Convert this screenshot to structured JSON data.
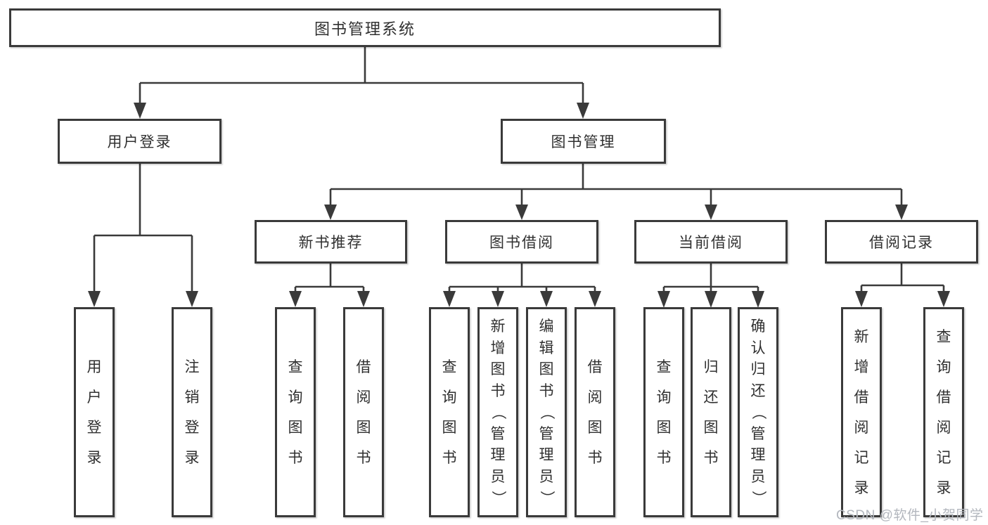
{
  "diagram": {
    "root": {
      "label": "图书管理系统"
    },
    "branches": [
      {
        "label": "用户登录",
        "children": [
          {
            "label": "用户登录"
          },
          {
            "label": "注销登录"
          }
        ]
      },
      {
        "label": "图书管理",
        "children": [
          {
            "label": "新书推荐",
            "children": [
              {
                "label": "查询图书"
              },
              {
                "label": "借阅图书"
              }
            ]
          },
          {
            "label": "图书借阅",
            "children": [
              {
                "label": "查询图书"
              },
              {
                "label": "新增图书（管理员）"
              },
              {
                "label": "编辑图书（管理员）"
              },
              {
                "label": "借阅图书"
              }
            ]
          },
          {
            "label": "当前借阅",
            "children": [
              {
                "label": "查询图书"
              },
              {
                "label": "归还图书"
              },
              {
                "label": "确认归还（管理员）"
              }
            ]
          },
          {
            "label": "借阅记录",
            "children": [
              {
                "label": "新增借阅记录"
              },
              {
                "label": "查询借阅记录"
              }
            ]
          }
        ]
      }
    ]
  },
  "watermark": {
    "text": "CSDN @软件_小贺同学"
  },
  "colors": {
    "line": "#3a3a3a",
    "text": "#303030",
    "watermark": "#b3b7be",
    "background": "#ffffff"
  }
}
